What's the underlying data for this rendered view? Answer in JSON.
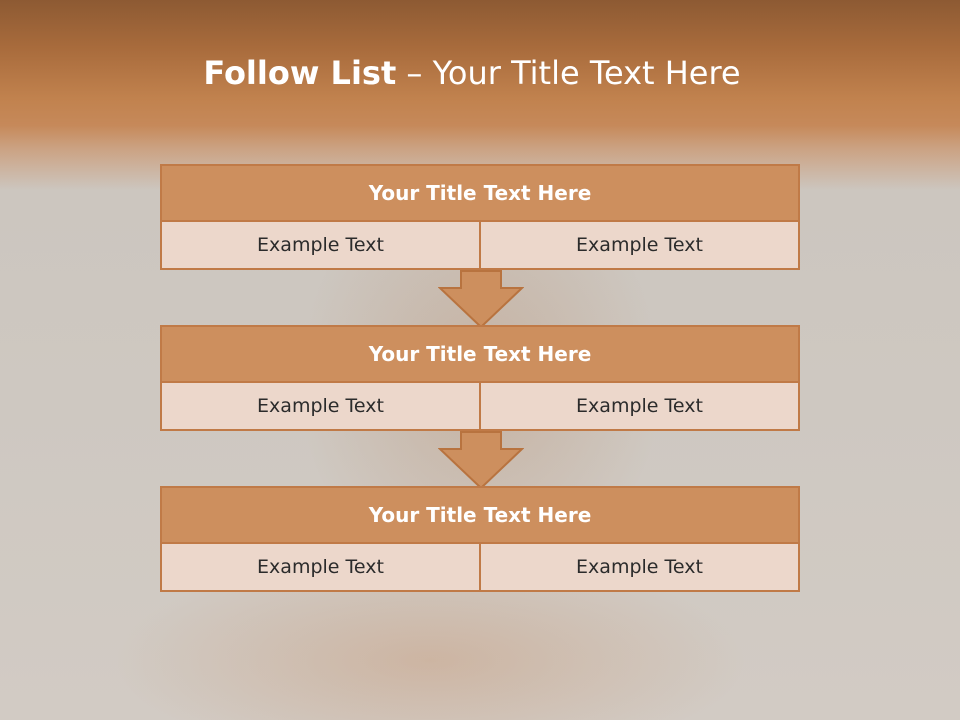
{
  "slide": {
    "title_bold": "Follow List",
    "title_rest": " – Your Title Text Here"
  },
  "steps": [
    {
      "title": "Your Title Text Here",
      "left": "Example Text",
      "right": "Example Text"
    },
    {
      "title": "Your Title Text Here",
      "left": "Example Text",
      "right": "Example Text"
    },
    {
      "title": "Your Title Text Here",
      "left": "Example Text",
      "right": "Example Text"
    }
  ],
  "colors": {
    "header_band": "#c1824e",
    "box_border": "#c07a47",
    "box_header": "#cd8f5e",
    "cell_fill": "#ecd7cb",
    "arrow_fill": "#cd8f5e"
  }
}
